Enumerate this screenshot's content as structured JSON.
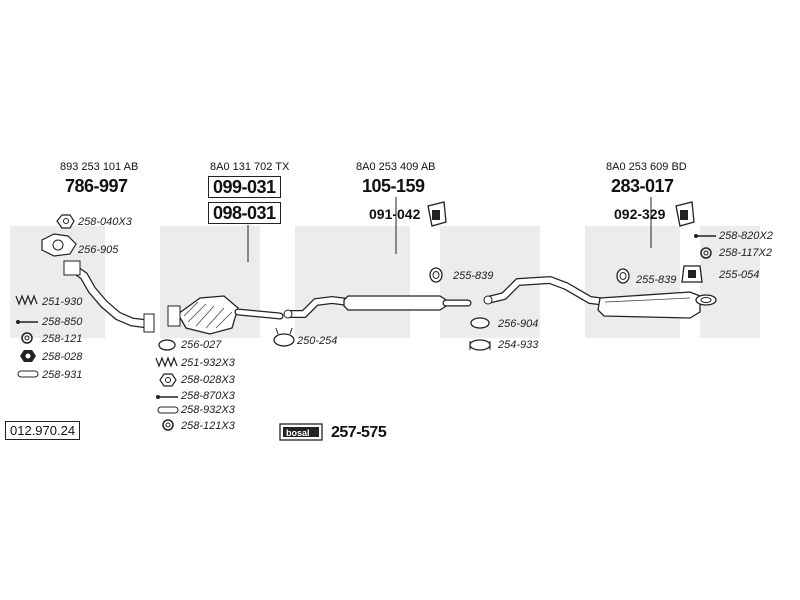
{
  "diagram_ref": "012.970.24",
  "bosal_logo_text": "bosal",
  "kit_number": "257-575",
  "sections": {
    "front_pipe": {
      "oem": "893 253 101 AB",
      "number": "786-997"
    },
    "catalyst": {
      "oem": "8A0 131 702 TX",
      "number_1": "099-031",
      "number_2": "098-031"
    },
    "middle_silencer": {
      "oem": "8A0 253 409 AB",
      "number": "105-159",
      "bracket": "091-042"
    },
    "rear_silencer": {
      "oem": "8A0 253 609 BD",
      "number": "283-017",
      "bracket": "092-329"
    }
  },
  "parts": {
    "p258_040x3": "258-040X3",
    "p256_905": "256-905",
    "p251_930": "251-930",
    "p258_850": "258-850",
    "p258_121": "258-121",
    "p258_028": "258-028",
    "p258_931": "258-931",
    "p256_027": "256-027",
    "p251_932x3": "251-932X3",
    "p258_028x3": "258-028X3",
    "p258_870x3": "258-870X3",
    "p258_932x3": "258-932X3",
    "p258_121x3": "258-121X3",
    "p250_254": "250-254",
    "p255_839_a": "255-839",
    "p256_904": "256-904",
    "p254_933": "254-933",
    "p258_820x2": "258-820X2",
    "p258_117x2": "258-117X2",
    "p255_054": "255-054",
    "p255_839_b": "255-839"
  },
  "colors": {
    "watermark": "#ececec",
    "line": "#222222"
  }
}
